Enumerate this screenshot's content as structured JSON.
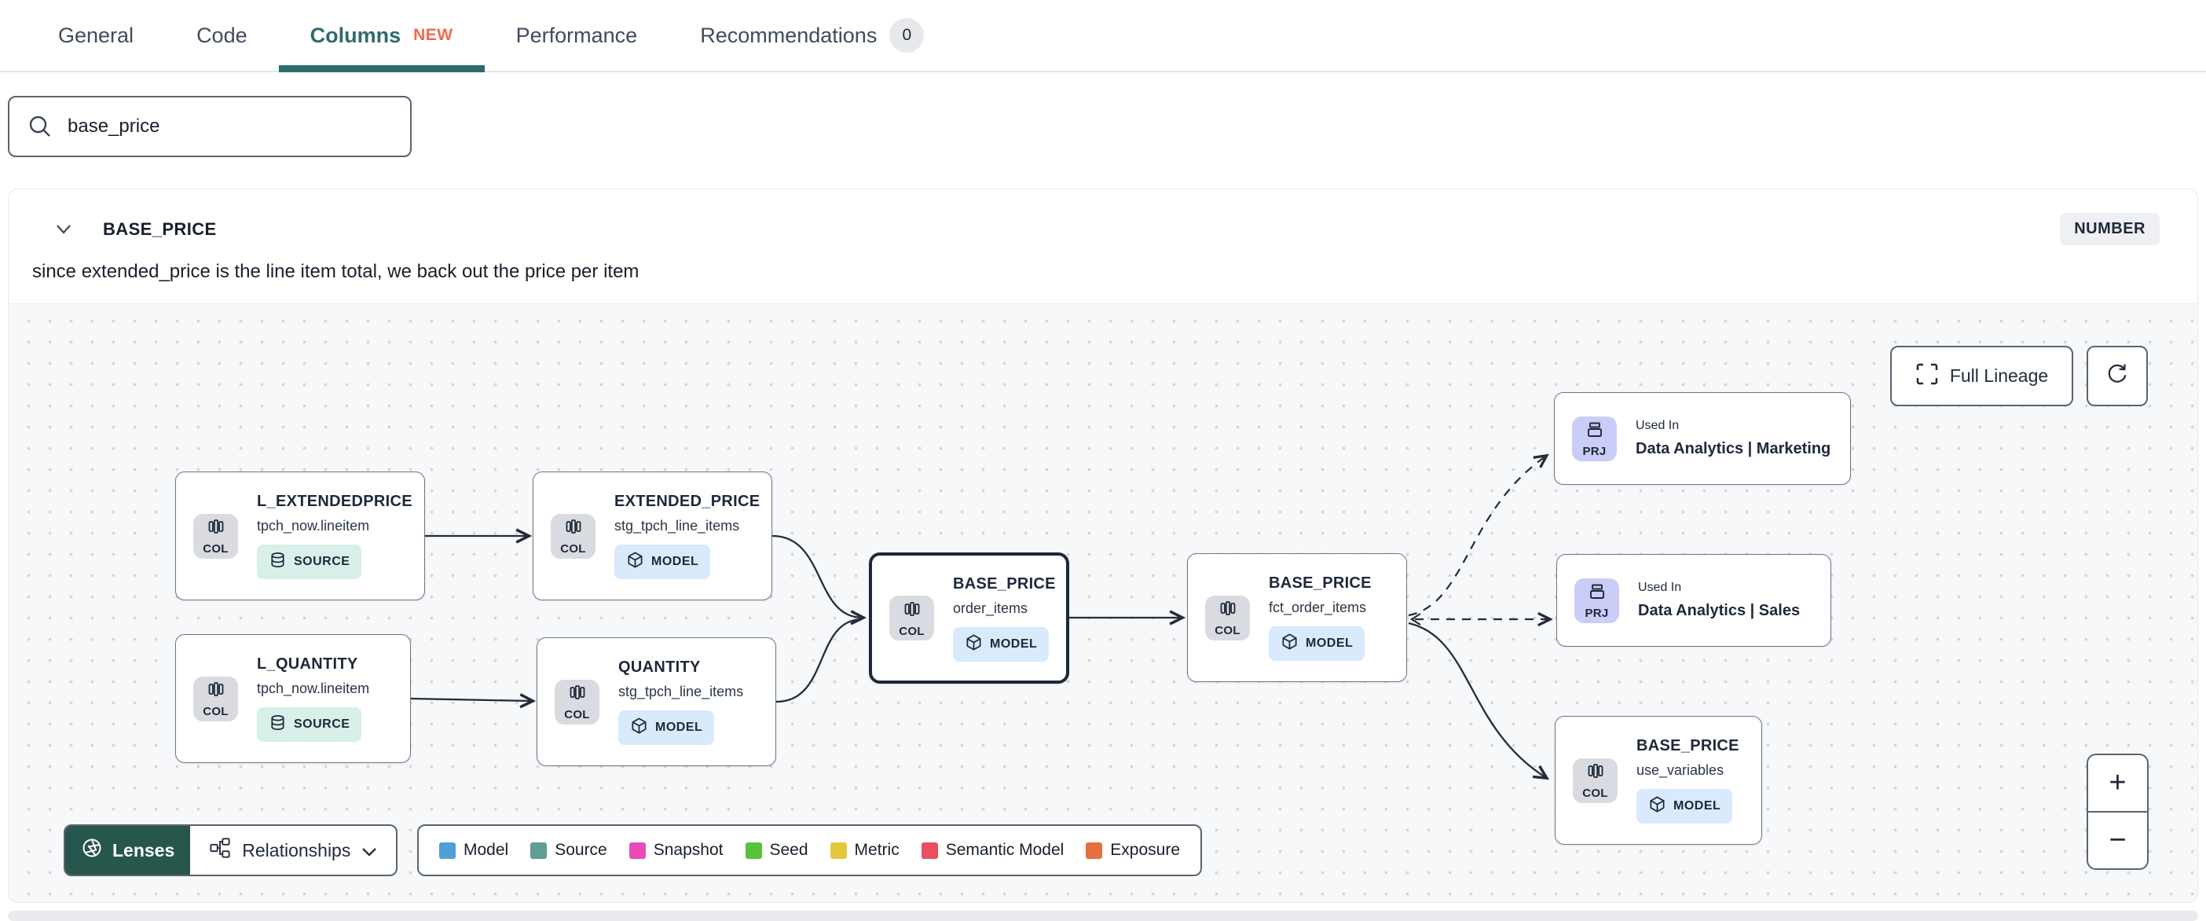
{
  "tabs": {
    "items": [
      {
        "label": "General"
      },
      {
        "label": "Code"
      },
      {
        "label": "Columns",
        "badge": "NEW"
      },
      {
        "label": "Performance"
      },
      {
        "label": "Recommendations",
        "count": "0"
      }
    ]
  },
  "search": {
    "value": "base_price"
  },
  "panel": {
    "title": "BASE_PRICE",
    "type_badge": "NUMBER",
    "description": "since extended_price is the line item total, we back out the price per item"
  },
  "lineage": {
    "full_lineage_label": "Full Lineage",
    "zoom_in_label": "+",
    "zoom_out_label": "−",
    "lenses_label": "Lenses",
    "relationships_label": "Relationships",
    "nodes": [
      {
        "badge": "COL",
        "title": "L_EXTENDEDPRICE",
        "subtitle": "tpch_now.lineitem",
        "type": "SOURCE"
      },
      {
        "badge": "COL",
        "title": "EXTENDED_PRICE",
        "subtitle": "stg_tpch_line_items",
        "type": "MODEL"
      },
      {
        "badge": "COL",
        "title": "L_QUANTITY",
        "subtitle": "tpch_now.lineitem",
        "type": "SOURCE"
      },
      {
        "badge": "COL",
        "title": "QUANTITY",
        "subtitle": "stg_tpch_line_items",
        "type": "MODEL"
      },
      {
        "badge": "COL",
        "title": "BASE_PRICE",
        "subtitle": "order_items",
        "type": "MODEL",
        "selected": true
      },
      {
        "badge": "COL",
        "title": "BASE_PRICE",
        "subtitle": "fct_order_items",
        "type": "MODEL"
      },
      {
        "badge": "PRJ",
        "overline": "Used In",
        "title": "Data Analytics | Marketing"
      },
      {
        "badge": "PRJ",
        "overline": "Used In",
        "title": "Data Analytics | Sales"
      },
      {
        "badge": "COL",
        "title": "BASE_PRICE",
        "subtitle": "use_variables",
        "type": "MODEL"
      }
    ],
    "legend": [
      {
        "label": "Model",
        "color": "#4f9fd9"
      },
      {
        "label": "Source",
        "color": "#5f9e97"
      },
      {
        "label": "Snapshot",
        "color": "#e84bb6"
      },
      {
        "label": "Seed",
        "color": "#57c437"
      },
      {
        "label": "Metric",
        "color": "#e5c73c"
      },
      {
        "label": "Semantic Model",
        "color": "#ea4f5e"
      },
      {
        "label": "Exposure",
        "color": "#e5703e"
      }
    ],
    "colors": {
      "accent_teal": "#2e6b6d",
      "new_badge": "#ee6a4f",
      "lenses_green": "#26564c",
      "edge": "#222c3b"
    }
  }
}
